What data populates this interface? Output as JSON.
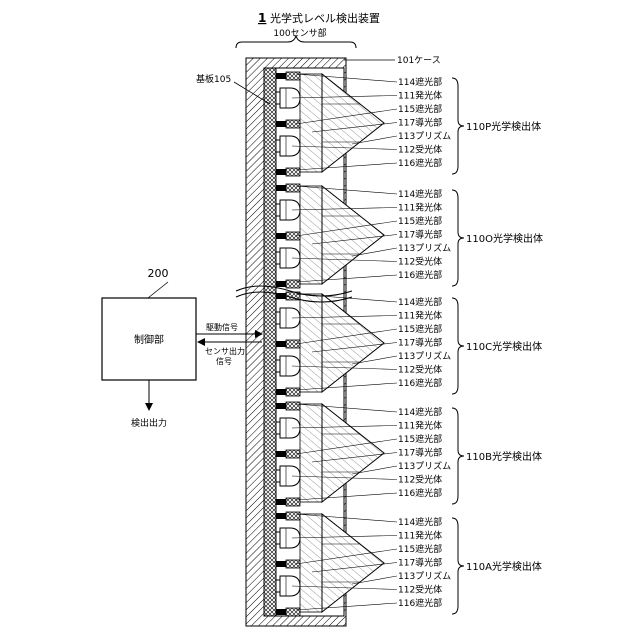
{
  "title": {
    "number": "1",
    "text": "光学式レベル検出装置"
  },
  "sensor_label": "100センサ部",
  "case_label": "101ケース",
  "substrate_label": "基板105",
  "controller": {
    "number": "200",
    "name": "制御部"
  },
  "drive_signal": "駆動信号",
  "sensor_output_line1": "センサ出力",
  "sensor_output_line2": "信号",
  "detection_output": "検出出力",
  "detectors": [
    {
      "name": "110P光学検出体",
      "parts": [
        "114遮光部",
        "111発光体",
        "115遮光部",
        "117導光部",
        "113プリズム",
        "112受光体",
        "116遮光部"
      ]
    },
    {
      "name": "110O光学検出体",
      "parts": [
        "114遮光部",
        "111発光体",
        "115遮光部",
        "117導光部",
        "113プリズム",
        "112受光体",
        "116遮光部"
      ]
    },
    {
      "name": "110C光学検出体",
      "parts": [
        "114遮光部",
        "111発光体",
        "115遮光部",
        "117導光部",
        "113プリズム",
        "112受光体",
        "116遮光部"
      ]
    },
    {
      "name": "110B光学検出体",
      "parts": [
        "114遮光部",
        "111発光体",
        "115遮光部",
        "117導光部",
        "113プリズム",
        "112受光体",
        "116遮光部"
      ]
    },
    {
      "name": "110A光学検出体",
      "parts": [
        "114遮光部",
        "111発光体",
        "115遮光部",
        "117導光部",
        "113プリズム",
        "112受光体",
        "116遮光部"
      ]
    }
  ]
}
